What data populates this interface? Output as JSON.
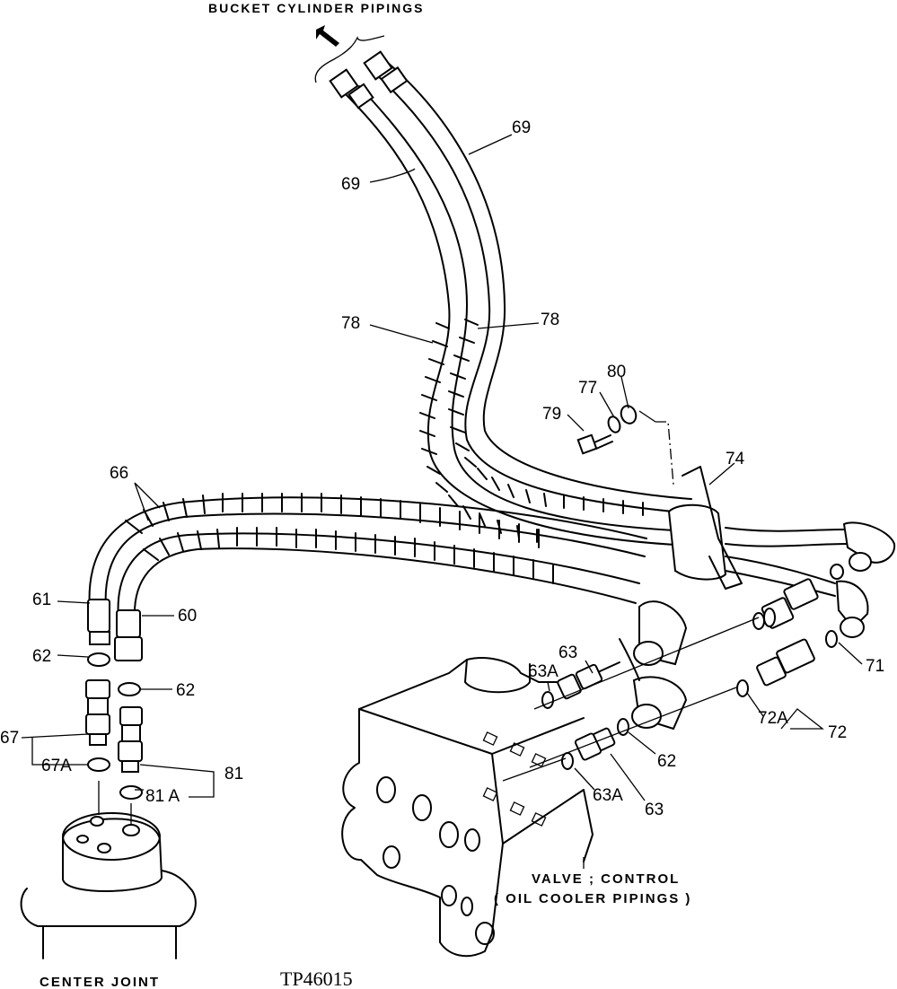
{
  "captions": {
    "bucket": "BUCKET CYLINDER PIPINGS",
    "center": "CENTER JOINT",
    "code": "TP46015",
    "valve_line1": "VALVE ; CONTROL",
    "valve_line2": "( OIL COOLER PIPINGS )"
  },
  "parts": {
    "p69a": "69",
    "p69b": "69",
    "p78a": "78",
    "p78b": "78",
    "p80": "80",
    "p77": "77",
    "p79": "79",
    "p74": "74",
    "p66": "66",
    "p61": "61",
    "p60": "60",
    "p62a": "62",
    "p62b": "62",
    "p62c": "62",
    "p67": "67",
    "p67A": "67A",
    "p81": "81",
    "p81A": "81 A",
    "p63a": "63",
    "p63b": "63",
    "p63Aa": "63A",
    "p63Ab": "63A",
    "p71": "71",
    "p72": "72",
    "p72A": "72A"
  }
}
